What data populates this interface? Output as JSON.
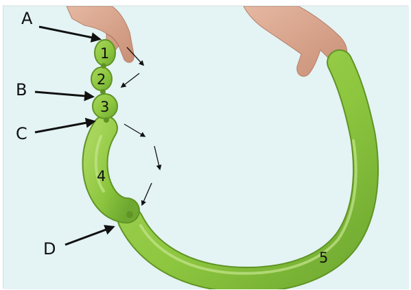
{
  "figure": {
    "background_color": "#e4f3f4",
    "balloon_color": "#8dc63f",
    "balloon_dark_color": "#5f9424",
    "skin_color": "#d9a48b",
    "arrow_color": "#111111",
    "pointer_labels": [
      "A",
      "B",
      "C",
      "D"
    ],
    "bubble_numbers": [
      "1",
      "2",
      "3",
      "4",
      "5"
    ]
  }
}
